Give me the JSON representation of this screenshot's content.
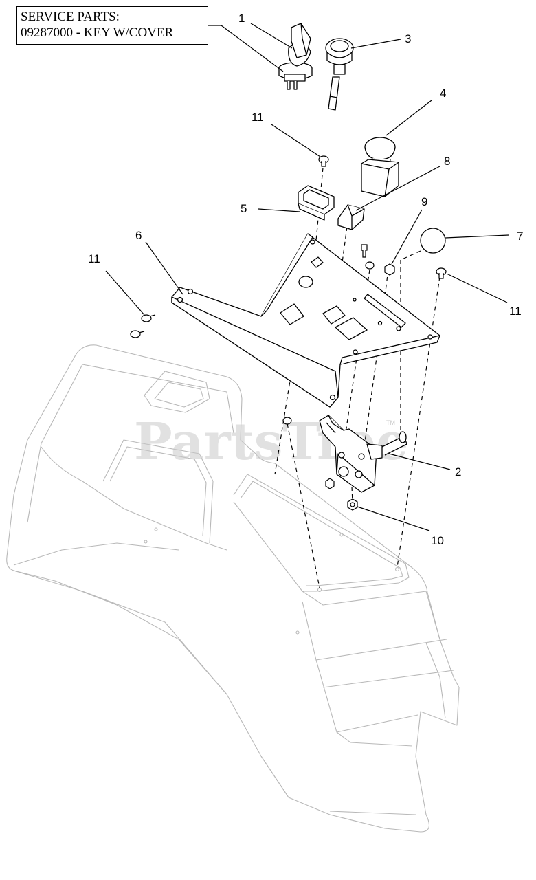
{
  "service_box": {
    "line1": "SERVICE PARTS:",
    "line2": "09287000 - KEY W/COVER"
  },
  "callouts": {
    "c1": "1",
    "c2": "2",
    "c3": "3",
    "c4": "4",
    "c5": "5",
    "c6": "6",
    "c7": "7",
    "c8": "8",
    "c9": "9",
    "c10": "10",
    "c11a": "11",
    "c11b": "11",
    "c11c": "11"
  },
  "watermark": {
    "text": "PartsTree",
    "tm": "TM"
  },
  "colors": {
    "line": "#000000",
    "faint_line": "#b8b8b8",
    "watermark": "#c9c9c9"
  }
}
